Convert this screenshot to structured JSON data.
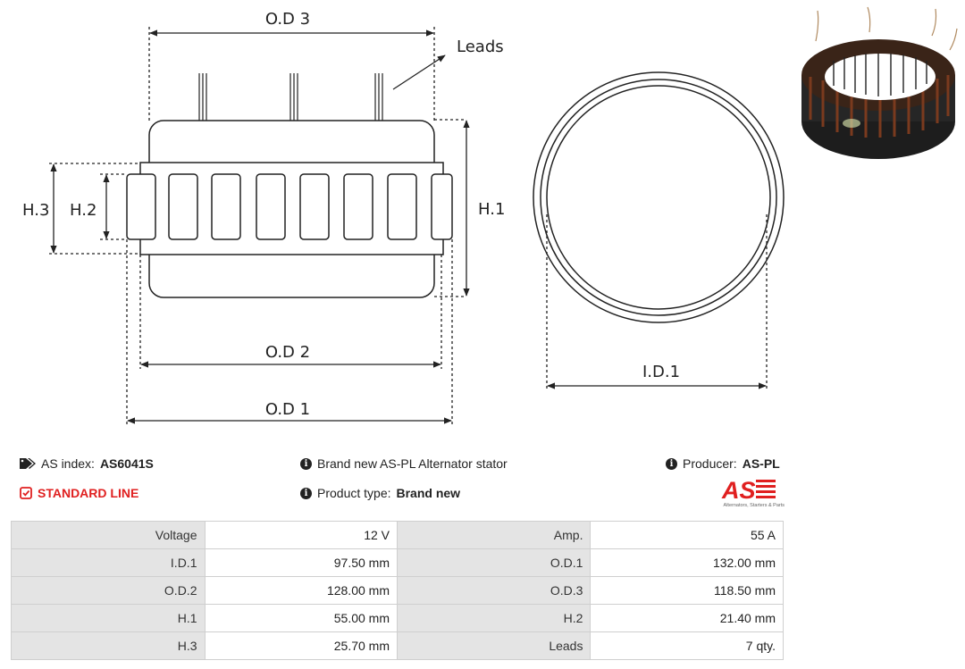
{
  "diagram": {
    "labels": {
      "od3": "O.D 3",
      "leads": "Leads",
      "h3": "H.3",
      "h2": "H.2",
      "h1": "H.1",
      "od2": "O.D 2",
      "od1": "O.D 1",
      "id1": "I.D.1"
    }
  },
  "product": {
    "as_index_label": "AS index:",
    "as_index_value": "AS6041S",
    "line": "STANDARD LINE",
    "description": "Brand new AS-PL Alternator stator",
    "product_type_label": "Product type:",
    "product_type_value": "Brand new",
    "producer_label": "Producer:",
    "producer_value": "AS-PL"
  },
  "logo": {
    "text": "AS",
    "tagline": "Alternators, Starters & Parts",
    "color": "#e02020"
  },
  "specs": [
    {
      "l1": "Voltage",
      "v1": "12 V",
      "l2": "Amp.",
      "v2": "55 A"
    },
    {
      "l1": "I.D.1",
      "v1": "97.50 mm",
      "l2": "O.D.1",
      "v2": "132.00 mm"
    },
    {
      "l1": "O.D.2",
      "v1": "128.00 mm",
      "l2": "O.D.3",
      "v2": "118.50 mm"
    },
    {
      "l1": "H.1",
      "v1": "55.00 mm",
      "l2": "H.2",
      "v2": "21.40 mm"
    },
    {
      "l1": "H.3",
      "v1": "25.70 mm",
      "l2": "Leads",
      "v2": "7 qty."
    }
  ]
}
